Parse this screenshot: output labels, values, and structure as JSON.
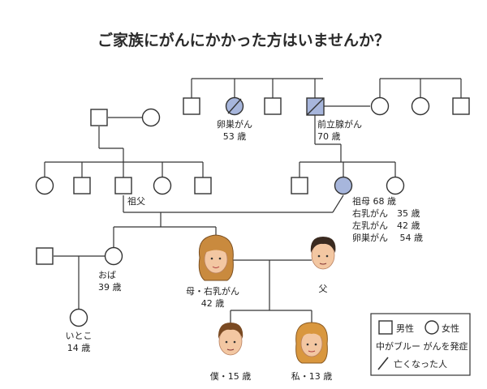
{
  "title": "ご家族にがんにかかった方はいませんか？",
  "colors": {
    "affected": "#a7b6dc",
    "line": "#333333",
    "hair_brown": "#8b5a2b",
    "hair_light": "#c98a3e",
    "skin": "#f3c7a2"
  },
  "people": {
    "maternal_grandmother": {
      "lines": [
        "卵巣がん",
        "53 歳"
      ]
    },
    "maternal_grandfather": {
      "lines": [
        "前立腺がん",
        "70 歳"
      ]
    },
    "grandfather": {
      "lines": [
        "祖父"
      ]
    },
    "grandmother": {
      "lines": [
        "祖母 68 歳",
        "右乳がん　35 歳",
        "左乳がん　42 歳",
        "卵巣がん　 54 歳"
      ]
    },
    "aunt": {
      "lines": [
        "おば",
        "39 歳"
      ]
    },
    "cousin": {
      "lines": [
        "いとこ",
        "14 歳"
      ]
    },
    "mother": {
      "lines": [
        "母・右乳がん",
        "42 歳"
      ]
    },
    "father": {
      "lines": [
        "父"
      ]
    },
    "me": {
      "lines": [
        "僕・15 歳"
      ]
    },
    "sister": {
      "lines": [
        "私・13 歳"
      ]
    }
  },
  "legend": {
    "male": "男性",
    "female": "女性",
    "blue_meaning": "中がブルー がんを発症",
    "deceased_meaning": "亡くなった人"
  }
}
